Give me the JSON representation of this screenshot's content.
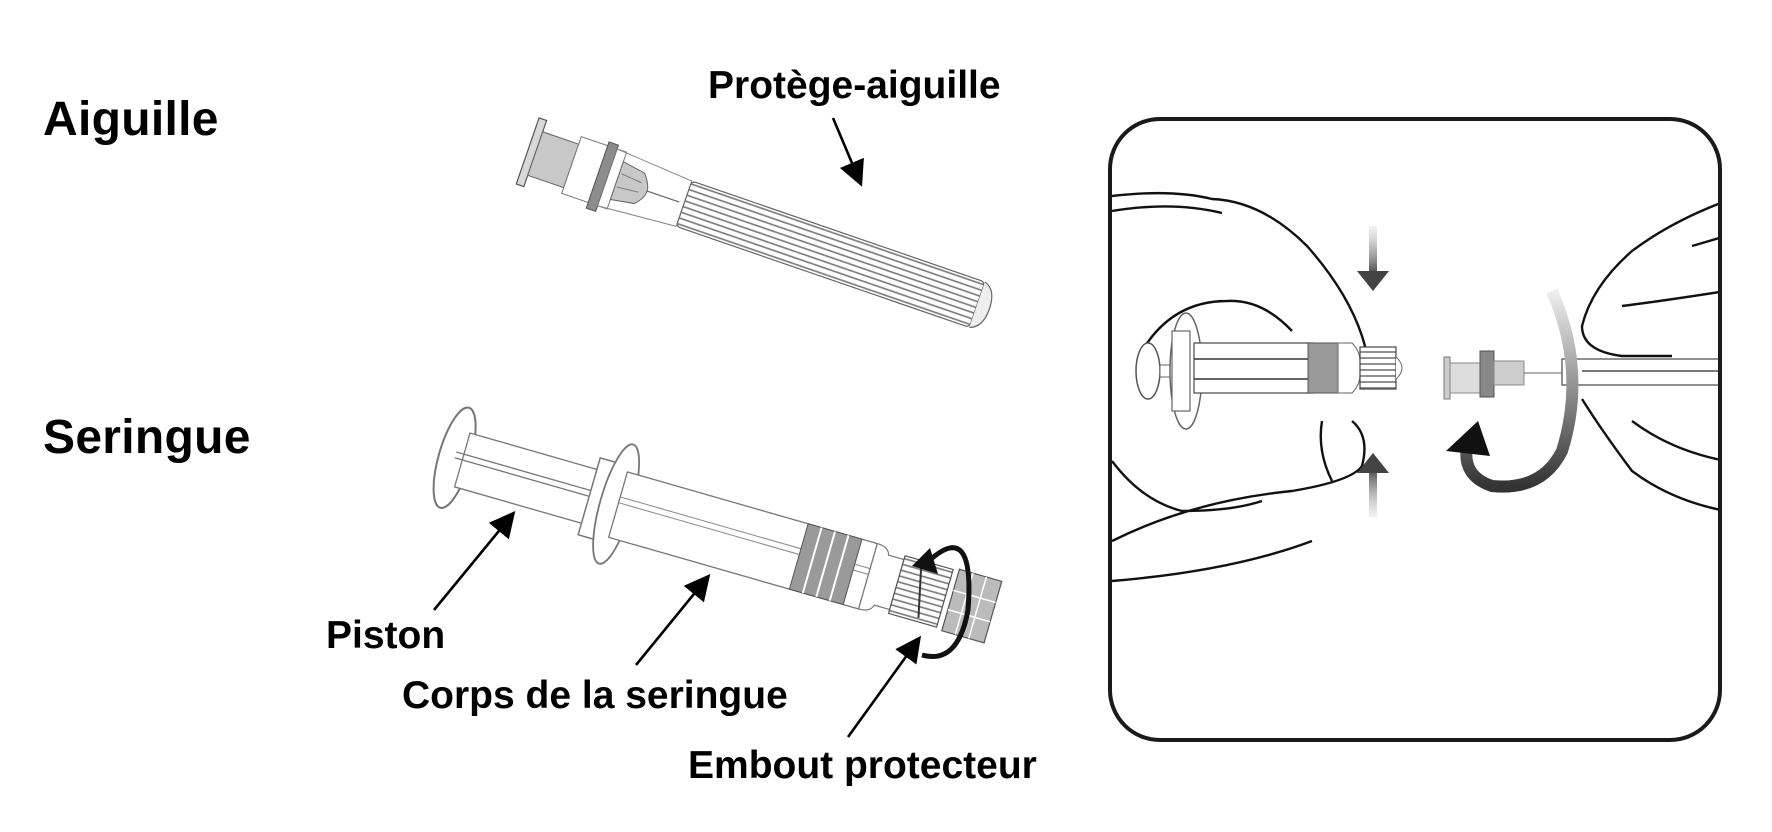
{
  "sections": {
    "needle_title": "Aiguille",
    "syringe_title": "Seringue"
  },
  "labels": {
    "needle_guard": "Protège-aiguille",
    "plunger": "Piston",
    "syringe_barrel": "Corps de la seringue",
    "tip_cap": "Embout protecteur"
  },
  "colors": {
    "text": "#000000",
    "outline": "#1a1a1a",
    "component_gray": "#9a9a9a",
    "light_gray": "#cfcfcf"
  },
  "illustrations": {
    "needle": "needle-with-needle-guard",
    "syringe": "syringe-with-plunger-barrel-tip-cap",
    "instruction_panel": "hands-twisting-needle-onto-syringe"
  }
}
